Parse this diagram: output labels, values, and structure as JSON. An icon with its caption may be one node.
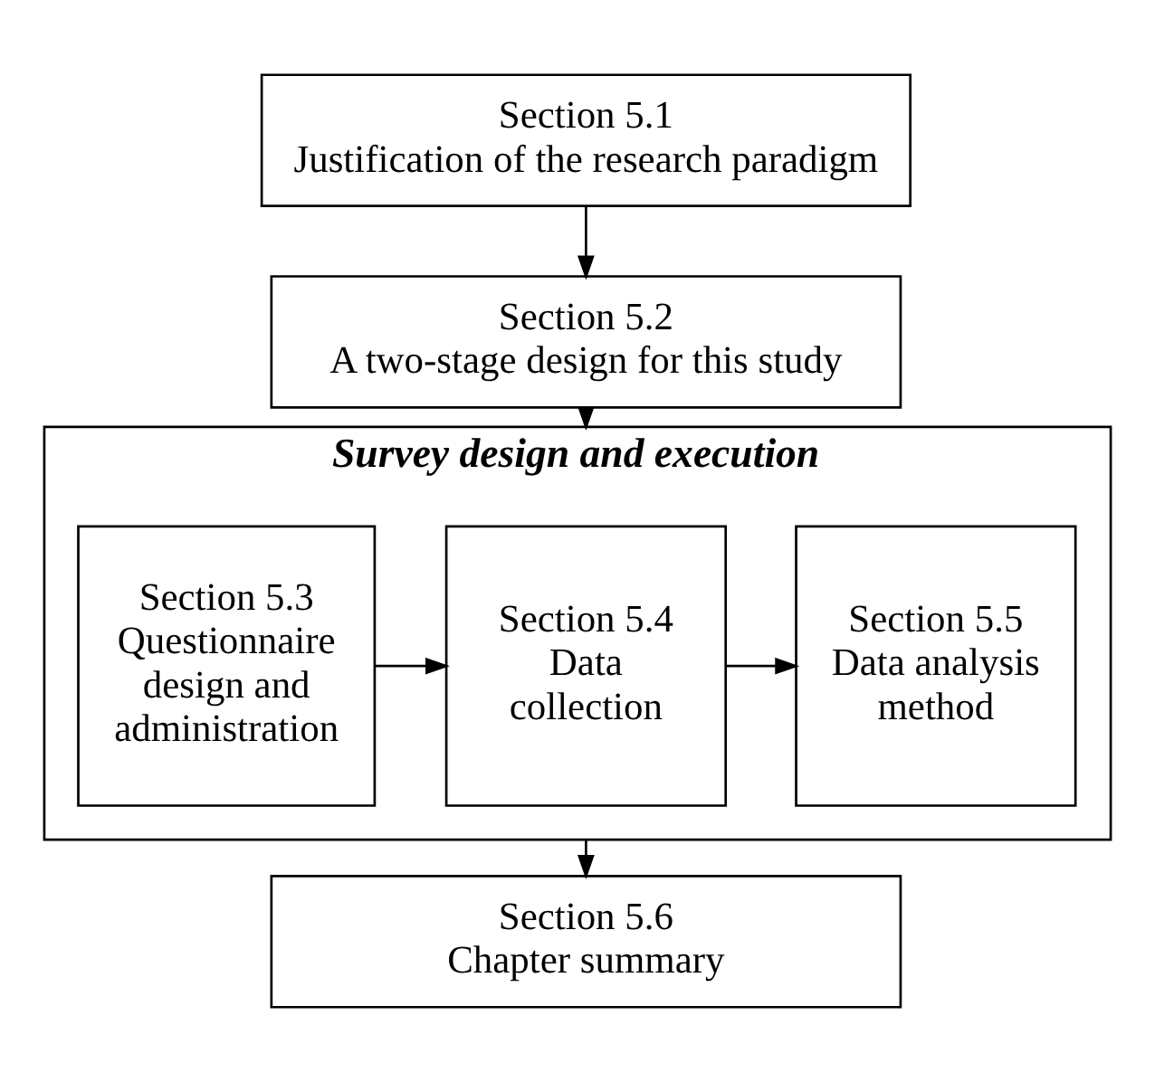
{
  "diagram": {
    "nodes": [
      {
        "text": [
          "Section 5.1",
          "Justification of the research paradigm"
        ]
      },
      {
        "text": [
          "Section 5.2",
          "A two-stage design for this study"
        ]
      },
      {
        "text": [
          "Survey design and execution"
        ]
      },
      {
        "text": [
          "Section 5.3",
          "Questionnaire design and administration"
        ],
        "in": 2
      },
      {
        "text": [
          "Section 5.4",
          "Data collection"
        ],
        "in": 2
      },
      {
        "text": [
          "Section 5.5",
          "Data analysis method"
        ],
        "in": 2
      },
      {
        "text": [
          "Section 5.6",
          "Chapter summary"
        ]
      }
    ],
    "edges": [
      {
        "from": 0,
        "to": 1,
        "arrow": "to"
      },
      {
        "from": 1,
        "to": 2,
        "arrow": "to"
      },
      {
        "from": 3,
        "to": 4,
        "arrow": "to"
      },
      {
        "from": 4,
        "to": 5,
        "arrow": "to"
      },
      {
        "from": 2,
        "to": 6,
        "arrow": "to"
      }
    ]
  }
}
